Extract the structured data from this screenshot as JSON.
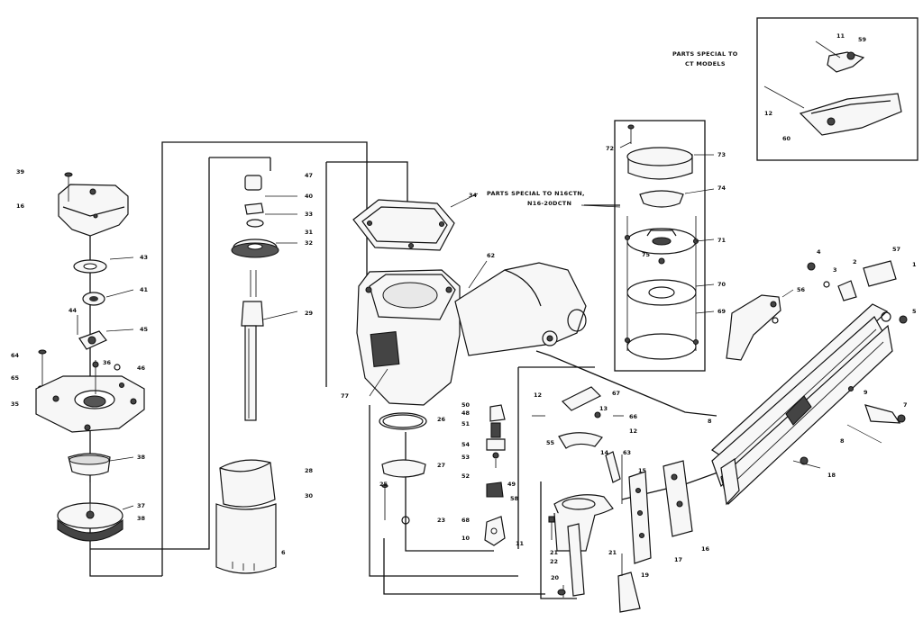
{
  "notes": {
    "ct_models": [
      "PARTS SPECIAL TO",
      "CT MODELS"
    ],
    "n16_models": [
      "PARTS SPECIAL TO N16CTN,",
      "N16-20DCTN"
    ]
  },
  "callouts": {
    "c39": "39",
    "c16": "16",
    "c43": "43",
    "c41": "41",
    "c44": "44",
    "c45": "45",
    "c64": "64",
    "c65": "65",
    "c35": "35",
    "c36": "36",
    "c46": "46",
    "c38": "38",
    "c37": "37",
    "c38b": "38",
    "c47": "47",
    "c40": "40",
    "c33": "33",
    "c31": "31",
    "c32": "32",
    "c29": "29",
    "c28": "28",
    "c30": "30",
    "c6": "6",
    "c34": "34",
    "c77": "77",
    "c26": "26",
    "c27": "27",
    "c25": "25",
    "c23": "23",
    "c62": "62",
    "c50": "50",
    "c48": "48",
    "c51": "51",
    "c54": "54",
    "c53": "53",
    "c52": "52",
    "c49": "49",
    "c58": "58",
    "c68": "68",
    "c10": "10",
    "c11": "11",
    "c12": "12",
    "c67": "67",
    "c13": "13",
    "c66": "66",
    "c12b": "12",
    "c55": "55",
    "c14": "14",
    "c63": "63",
    "c15": "15",
    "c21": "21",
    "c22": "22",
    "c21b": "21",
    "c20": "20",
    "c19": "19",
    "c17": "17",
    "c16b": "16",
    "c72": "72",
    "c73": "73",
    "c74": "74",
    "c71": "71",
    "c75": "75",
    "c70": "70",
    "c69": "69",
    "c56": "56",
    "c4": "4",
    "c3": "3",
    "c2": "2",
    "c57": "57",
    "c1": "1",
    "c5": "5",
    "c9": "9",
    "c8": "8",
    "c8b": "8",
    "c18": "18",
    "c7": "7",
    "c11b": "11",
    "c59": "59",
    "c12c": "12",
    "c60": "60"
  }
}
